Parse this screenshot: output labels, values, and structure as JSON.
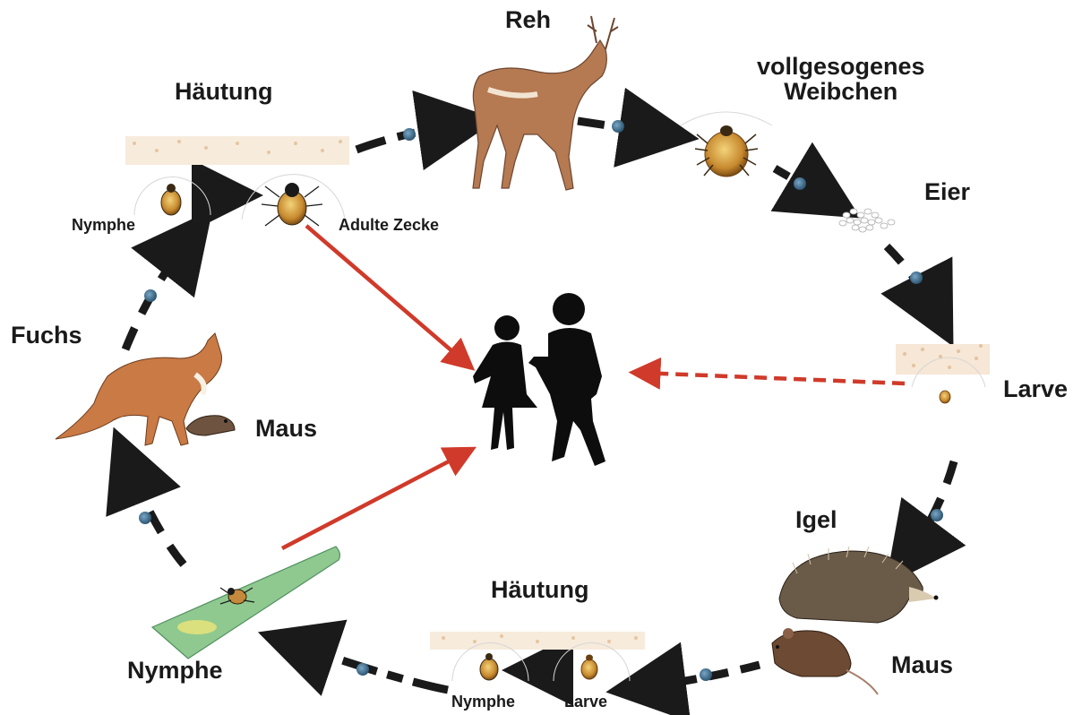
{
  "diagram": {
    "labels": {
      "reh": "Reh",
      "vollgesogenes_line1": "vollgesogenes",
      "vollgesogenes_line2": "Weibchen",
      "eier": "Eier",
      "larve": "Larve",
      "igel": "Igel",
      "maus_bottom": "Maus",
      "haeutung_bottom": "Häutung",
      "nymphe_small_bottom": "Nymphe",
      "larve_small_bottom": "Larve",
      "nymphe_grass": "Nymphe",
      "fuchs": "Fuchs",
      "maus_left": "Maus",
      "haeutung_top": "Häutung",
      "nymphe_small_top": "Nymphe",
      "adulte_zecke": "Adulte Zecke"
    },
    "colors": {
      "cycle_arrow": "#1a1a1a",
      "dot": "#3d6a86",
      "human_infection_arrow": "#d03a2a",
      "tick_body": "#c7892e",
      "grass": "#8fc98f",
      "skin_texture": "#e9c9a8"
    }
  }
}
